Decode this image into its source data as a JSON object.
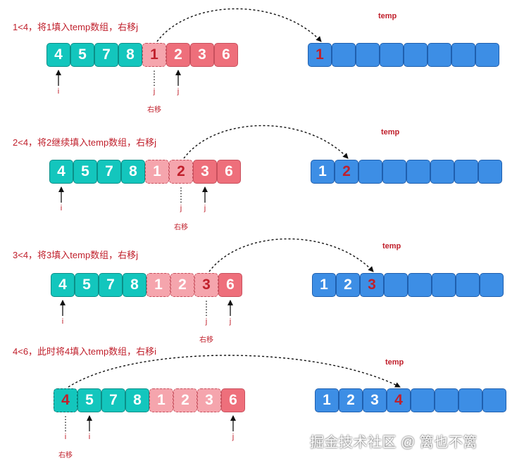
{
  "panels": [
    {
      "caption": "1<4，将1填入temp数组，右移j",
      "temp_label": "temp",
      "source": [
        {
          "value": "4",
          "state": "teal"
        },
        {
          "value": "5",
          "state": "teal"
        },
        {
          "value": "7",
          "state": "teal"
        },
        {
          "value": "8",
          "state": "teal"
        },
        {
          "value": "1",
          "state": "pink-light",
          "emph": true
        },
        {
          "value": "2",
          "state": "pink"
        },
        {
          "value": "3",
          "state": "pink"
        },
        {
          "value": "6",
          "state": "pink"
        }
      ],
      "temp": [
        {
          "value": "1",
          "emph": true
        },
        {
          "value": ""
        },
        {
          "value": ""
        },
        {
          "value": ""
        },
        {
          "value": ""
        },
        {
          "value": ""
        },
        {
          "value": ""
        },
        {
          "value": ""
        }
      ],
      "pointers": [
        {
          "label": "i",
          "index": 0,
          "style": "solid"
        },
        {
          "label": "j",
          "index": 4,
          "style": "dotted"
        },
        {
          "label": "j",
          "index": 5,
          "style": "solid"
        }
      ],
      "move_label": "右移"
    },
    {
      "caption": "2<4，将2继续填入temp数组，右移j",
      "temp_label": "temp",
      "source": [
        {
          "value": "4",
          "state": "teal"
        },
        {
          "value": "5",
          "state": "teal"
        },
        {
          "value": "7",
          "state": "teal"
        },
        {
          "value": "8",
          "state": "teal"
        },
        {
          "value": "1",
          "state": "pink-light"
        },
        {
          "value": "2",
          "state": "pink-light",
          "emph": true
        },
        {
          "value": "3",
          "state": "pink"
        },
        {
          "value": "6",
          "state": "pink"
        }
      ],
      "temp": [
        {
          "value": "1"
        },
        {
          "value": "2",
          "emph": true
        },
        {
          "value": ""
        },
        {
          "value": ""
        },
        {
          "value": ""
        },
        {
          "value": ""
        },
        {
          "value": ""
        },
        {
          "value": ""
        }
      ],
      "pointers": [
        {
          "label": "i",
          "index": 0,
          "style": "solid"
        },
        {
          "label": "j",
          "index": 5,
          "style": "dotted"
        },
        {
          "label": "j",
          "index": 6,
          "style": "solid"
        }
      ],
      "move_label": "右移"
    },
    {
      "caption": "3<4，将3填入temp数组，右移j",
      "temp_label": "temp",
      "source": [
        {
          "value": "4",
          "state": "teal"
        },
        {
          "value": "5",
          "state": "teal"
        },
        {
          "value": "7",
          "state": "teal"
        },
        {
          "value": "8",
          "state": "teal"
        },
        {
          "value": "1",
          "state": "pink-light"
        },
        {
          "value": "2",
          "state": "pink-light"
        },
        {
          "value": "3",
          "state": "pink-light",
          "emph": true
        },
        {
          "value": "6",
          "state": "pink"
        }
      ],
      "temp": [
        {
          "value": "1"
        },
        {
          "value": "2"
        },
        {
          "value": "3",
          "emph": true
        },
        {
          "value": ""
        },
        {
          "value": ""
        },
        {
          "value": ""
        },
        {
          "value": ""
        },
        {
          "value": ""
        }
      ],
      "pointers": [
        {
          "label": "i",
          "index": 0,
          "style": "solid"
        },
        {
          "label": "j",
          "index": 6,
          "style": "dotted"
        },
        {
          "label": "j",
          "index": 7,
          "style": "solid"
        }
      ],
      "move_label": "右移"
    },
    {
      "caption": "4<6，此时将4填入temp数组，右移i",
      "temp_label": "temp",
      "source": [
        {
          "value": "4",
          "state": "teal-dashed",
          "emph": true
        },
        {
          "value": "5",
          "state": "teal"
        },
        {
          "value": "7",
          "state": "teal"
        },
        {
          "value": "8",
          "state": "teal"
        },
        {
          "value": "1",
          "state": "pink-light"
        },
        {
          "value": "2",
          "state": "pink-light"
        },
        {
          "value": "3",
          "state": "pink-light"
        },
        {
          "value": "6",
          "state": "pink"
        }
      ],
      "temp": [
        {
          "value": "1"
        },
        {
          "value": "2"
        },
        {
          "value": "3"
        },
        {
          "value": "4",
          "emph": true
        },
        {
          "value": ""
        },
        {
          "value": ""
        },
        {
          "value": ""
        },
        {
          "value": ""
        }
      ],
      "pointers": [
        {
          "label": "i",
          "index": 0,
          "style": "dotted"
        },
        {
          "label": "i",
          "index": 1,
          "style": "solid"
        },
        {
          "label": "j",
          "index": 7,
          "style": "solid"
        }
      ],
      "move_label": "右移"
    }
  ],
  "watermark": "掘金技术社区 @ 篱也不篱",
  "colors": {
    "teal": "#13c6bd",
    "pink": "#ee6f7b",
    "pink_light": "#f5a5ad",
    "blue": "#3d8ee5",
    "red_text": "#c0202c"
  }
}
